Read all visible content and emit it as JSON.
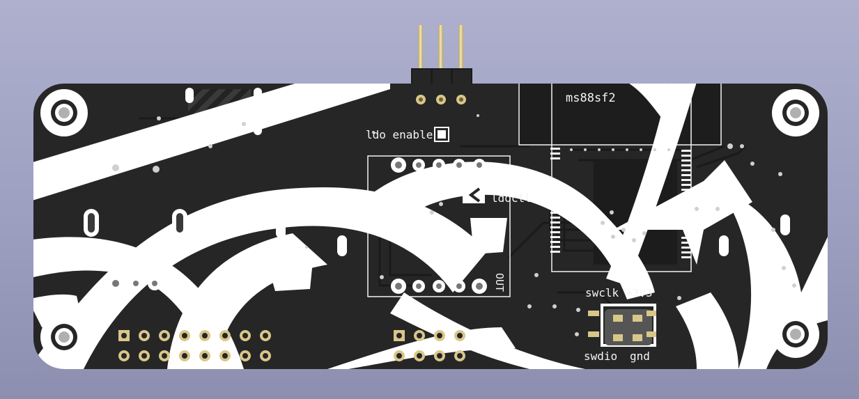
{
  "board": {
    "labels": {
      "ldo_enable": "ldo enable",
      "ldoctl": "ldoctl",
      "module": "ms88sf2",
      "out": "OUT",
      "swclk": "swclk",
      "v3": "+3v3",
      "swdio": "swdio",
      "gnd": "gnd"
    },
    "colors": {
      "background_top": "#aeb0ce",
      "background_bottom": "#8d8fb0",
      "board": "#262626",
      "copper_trace": "#1c1c1c",
      "silkscreen": "#f4f4f4",
      "pad_gold": "#d9c68a",
      "pin_header_body": "#222222"
    },
    "icons": {
      "mounting_hole": "mounting-hole-icon",
      "pin_header": "pin-header-icon",
      "through_hole_pad": "through-hole-pad-icon"
    }
  }
}
